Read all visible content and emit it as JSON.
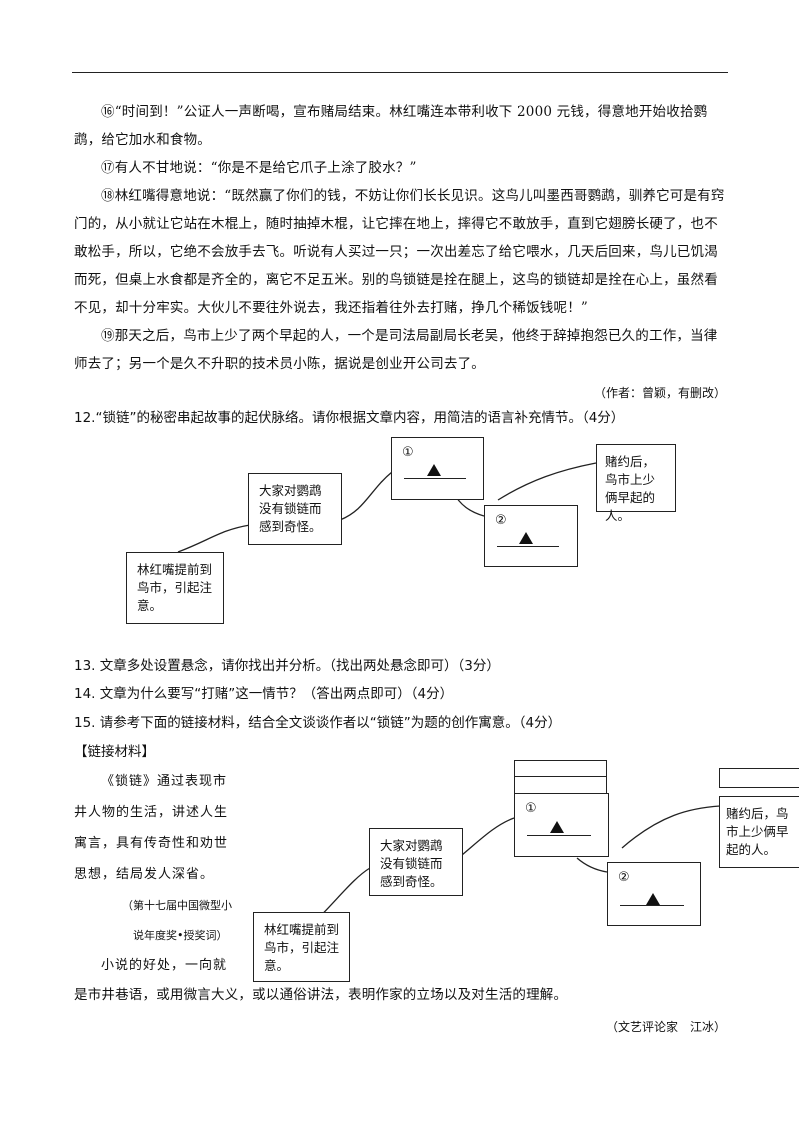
{
  "paragraphs": {
    "p16": "⑯“时间到！”公证人一声断喝，宣布赌局结束。林红嘴连本带利收下 2000 元钱，得意地开始收拾鹦鹉，给它加水和食物。",
    "p17": "⑰有人不甘地说：“你是不是给它爪子上涂了胶水？”",
    "p18": "⑱林红嘴得意地说：“既然赢了你们的钱，不妨让你们长长见识。这鸟儿叫墨西哥鹦鹉，驯养它可是有窍门的，从小就让它站在木棍上，随时抽掉木棍，让它摔在地上，摔得它不敢放手，直到它翅膀长硬了，也不敢松手，所以，它绝不会放手去飞。听说有人买过一只；一次出差忘了给它喂水，几天后回来，鸟儿已饥渴而死，但桌上水食都是齐全的，离它不足五米。别的鸟锁链是拴在腿上，这鸟的锁链却是拴在心上，虽然看不见，却十分牢实。大伙儿不要往外说去，我还指着往外去打赌，挣几个稀饭钱呢！”",
    "p19": "⑲那天之后，鸟市上少了两个早起的人，一个是司法局副局长老吴，他终于辞掉抱怨已久的工作，当律师去了；另一个是久不升职的技术员小陈，据说是创业开公司去了。"
  },
  "author_credit": "（作者：曾颖，有删改）",
  "questions": {
    "q12": "12.“锁链”的秘密串起故事的起伏脉络。请你根据文章内容，用简洁的语言补充情节。（4分）",
    "q13": "13. 文章多处设置悬念，请你找出并分析。（找出两处悬念即可）（3分）",
    "q14": "14. 文章为什么要写“打赌”这一情节？（答出两点即可）（4分）",
    "q15": "15. 请参考下面的链接材料，结合全文谈谈作者以“锁链”为题的创作寓意。（4分）"
  },
  "diagram": {
    "box_a": "林红嘴提前到鸟市，引起注意。",
    "box_b": "大家对鹦鹉没有锁链而感到奇怪。",
    "box_1_label": "①",
    "box_2_label": "②",
    "box_e": "赌约后，鸟市上少俩早起的人。"
  },
  "link_material": {
    "heading": "【链接材料】",
    "lines": [
      "《锁链》通过表现市",
      "井人物的生活，讲述人生",
      "寓言，具有传奇性和劝世",
      "思想，结局发人深省。"
    ],
    "award_1": "（第十七届中国微型小",
    "award_2": "说年度奖•授奖词）",
    "quote_1": "小说的好处，一向就",
    "quote_2": "是市井巷语，或用微言大义，或以通俗讲法，表明作家的立场以及对生活的理解。",
    "critic": "（文艺评论家　江冰）"
  },
  "diagram2": {
    "box_a": "林红嘴提前到鸟市，引起注意。",
    "box_b": "大家对鹦鹉没有锁链而感到奇怪。",
    "box_1_label": "①",
    "box_2_label": "②",
    "box_e": "赌约后，鸟市上少俩早起的人。"
  }
}
